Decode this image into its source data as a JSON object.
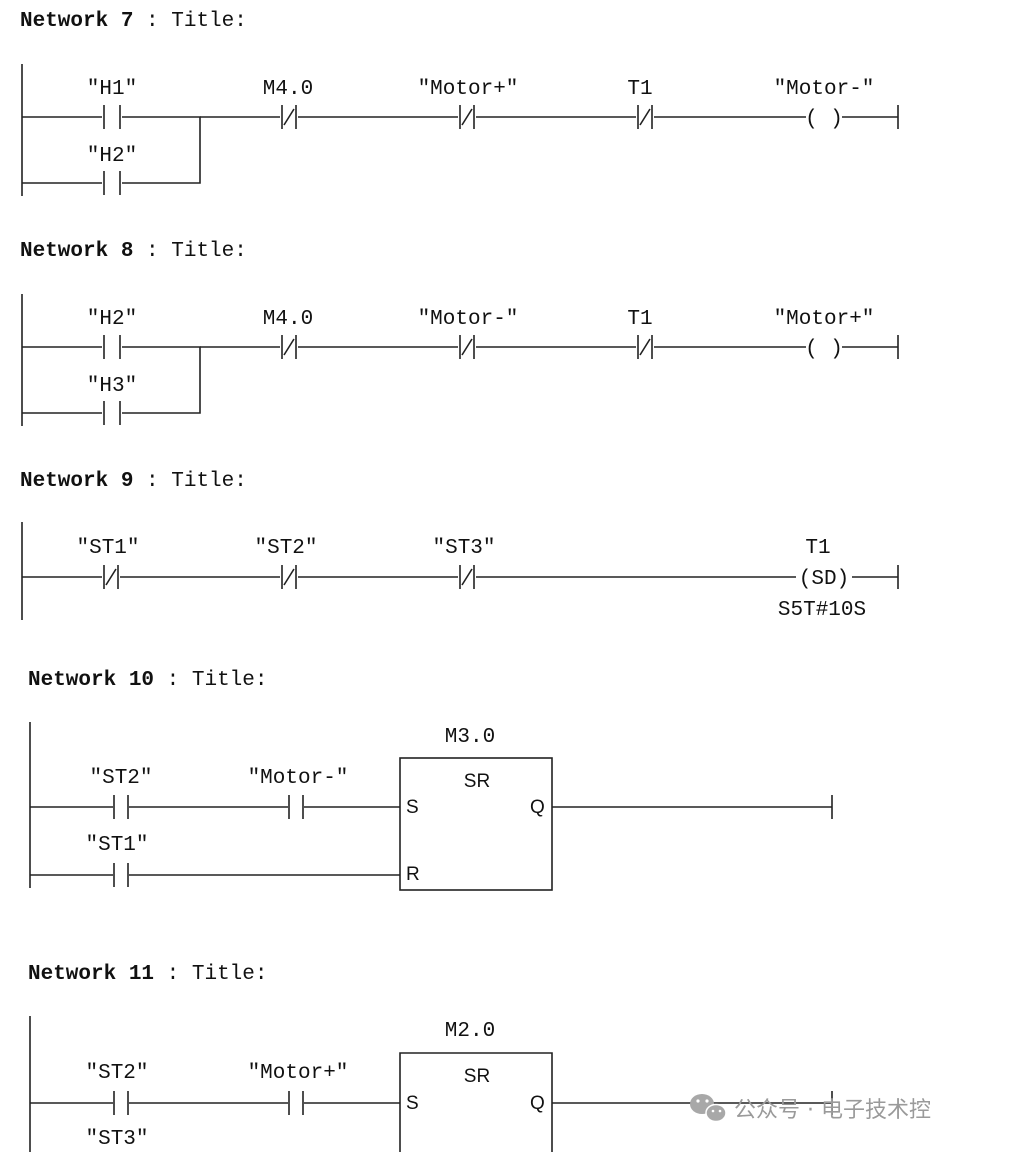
{
  "networks": [
    {
      "label": "Network",
      "number": "7",
      "title": "Title:",
      "contacts": {
        "h1": "\"H1\"",
        "h2": "\"H2\"",
        "m40": "M4.0",
        "motor": "\"Motor+\"",
        "t1": "T1"
      },
      "coil": {
        "operand": "\"Motor-\"",
        "symbol": "( )"
      }
    },
    {
      "label": "Network",
      "number": "8",
      "title": "Title:",
      "contacts": {
        "h2": "\"H2\"",
        "h3": "\"H3\"",
        "m40": "M4.0",
        "motor": "\"Motor-\"",
        "t1": "T1"
      },
      "coil": {
        "operand": "\"Motor+\"",
        "symbol": "( )"
      }
    },
    {
      "label": "Network",
      "number": "9",
      "title": "Title:",
      "contacts": {
        "st1": "\"ST1\"",
        "st2": "\"ST2\"",
        "st3": "\"ST3\""
      },
      "coil": {
        "operand": "T1",
        "symbol": "(SD)",
        "preset": "S5T#10S"
      }
    },
    {
      "label": "Network",
      "number": "10",
      "title": "Title:",
      "contacts": {
        "st2": "\"ST2\"",
        "motor": "\"Motor-\"",
        "st1": "\"ST1\""
      },
      "box": {
        "operand": "M3.0",
        "type": "SR",
        "s": "S",
        "r": "R",
        "q": "Q"
      }
    },
    {
      "label": "Network",
      "number": "11",
      "title": "Title:",
      "contacts": {
        "st2": "\"ST2\"",
        "motor": "\"Motor+\"",
        "st3": "\"ST3\""
      },
      "box": {
        "operand": "M2.0",
        "type": "SR",
        "s": "S",
        "q": "Q"
      }
    }
  ],
  "watermark": {
    "text": "公众号 · 电子技术控",
    "icon": "wechat-icon"
  }
}
